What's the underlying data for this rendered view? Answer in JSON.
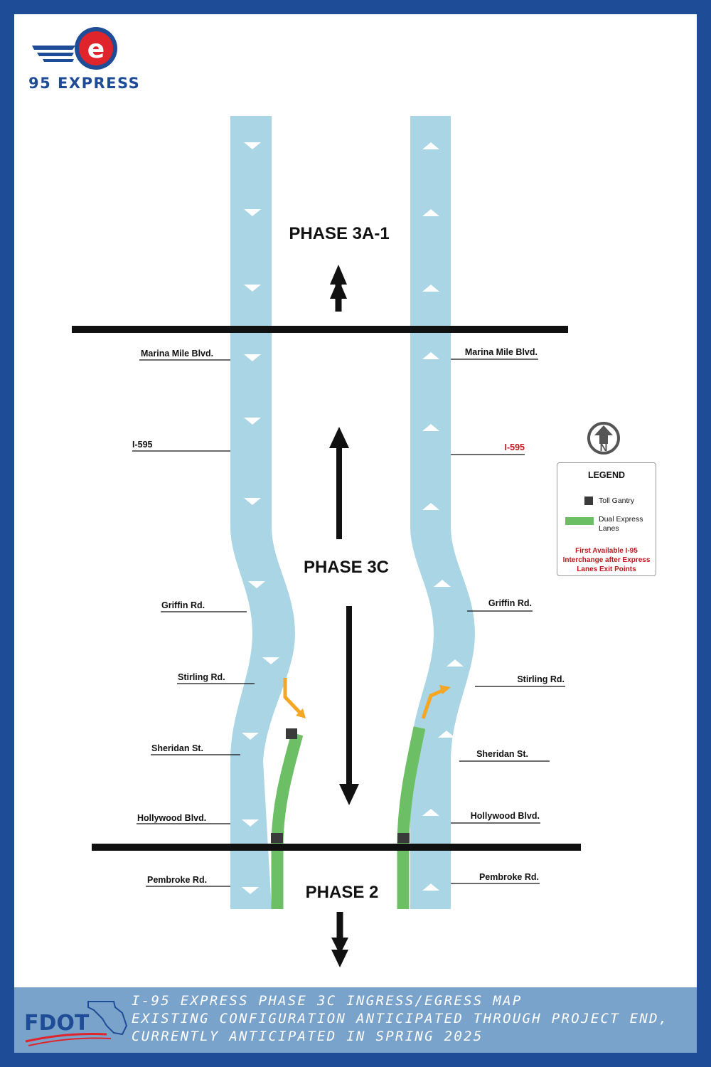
{
  "brand": {
    "name": "95 EXPRESS"
  },
  "phases": {
    "north": "PHASE 3A-1",
    "middle": "PHASE 3C",
    "south": "PHASE 2"
  },
  "left_labels": [
    "Marina Mile Blvd.",
    "I-595",
    "Griffin Rd.",
    "Stirling Rd.",
    "Sheridan St.",
    "Hollywood Blvd.",
    "Pembroke Rd."
  ],
  "right_labels": [
    "Marina Mile Blvd.",
    "I-595",
    "Griffin Rd.",
    "Stirling Rd.",
    "Sheridan St.",
    "Hollywood Blvd.",
    "Pembroke Rd."
  ],
  "compass": {
    "letter": "N"
  },
  "legend": {
    "title": "LEGEND",
    "toll_gantry": "Toll Gantry",
    "dual_express_lanes": "Dual Express Lanes",
    "note": "First Available I-95 Interchange after Express Lanes Exit Points"
  },
  "footer": {
    "agency": "FDOT",
    "line1": "I-95 EXPRESS PHASE 3C INGRESS/EGRESS MAP",
    "line2": "EXISTING CONFIGURATION ANTICIPATED THROUGH PROJECT END,",
    "line3": "CURRENTLY ANTICIPATED IN SPRING 2025"
  },
  "colors": {
    "frame": "#1f4c96",
    "lanes": "#a9d5e4",
    "express": "#6dbf66",
    "gantry": "#3a3a3a",
    "ingress_egress_arrow": "#f5a623",
    "highlight_text": "#c0161c",
    "footer": "#7aa3cc"
  }
}
